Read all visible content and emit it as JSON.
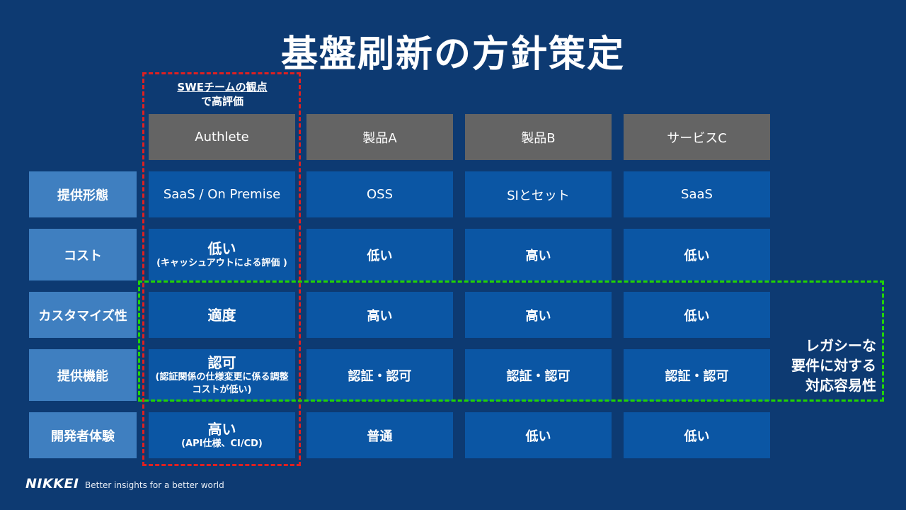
{
  "title": "基盤刷新の方針策定",
  "swe_note": {
    "line1": "SWEチームの観点",
    "line2": "で高評価"
  },
  "columns": [
    "Authlete",
    "製品A",
    "製品B",
    "サービスC"
  ],
  "rows": [
    {
      "label": "提供形態",
      "cells": [
        {
          "main": "SaaS / On Premise"
        },
        {
          "main": "OSS"
        },
        {
          "main": "SIとセット"
        },
        {
          "main": "SaaS"
        }
      ]
    },
    {
      "label": "コスト",
      "cells": [
        {
          "main": "低い",
          "sub": "(キャッシュアウトによる評価 )"
        },
        {
          "main": "低い"
        },
        {
          "main": "高い"
        },
        {
          "main": "低い"
        }
      ]
    },
    {
      "label": "カスタマイズ性",
      "cells": [
        {
          "main": "適度"
        },
        {
          "main": "高い"
        },
        {
          "main": "高い"
        },
        {
          "main": "低い"
        }
      ]
    },
    {
      "label": "提供機能",
      "cells": [
        {
          "main": "認可",
          "sub": "(認証関係の仕様変更に係る調整コストが低い)"
        },
        {
          "main": "認証・認可"
        },
        {
          "main": "認証・認可"
        },
        {
          "main": "認証・認可"
        }
      ]
    },
    {
      "label": "開発者体験",
      "cells": [
        {
          "main": "高い",
          "sub": "(API仕様、CI/CD)"
        },
        {
          "main": "普通"
        },
        {
          "main": "低い"
        },
        {
          "main": "低い"
        }
      ]
    }
  ],
  "legacy_note": [
    "レガシーな",
    "要件に対する",
    "対応容易性"
  ],
  "footer": {
    "logo": "NIKKEI",
    "tagline": "Better insights for a better world"
  },
  "colors": {
    "background": "#0d3a72",
    "header_cell": "#646464",
    "row_label": "#3f7fc0",
    "data_cell": "#0b56a4",
    "red_highlight": "#e02020",
    "green_highlight": "#22d400"
  }
}
